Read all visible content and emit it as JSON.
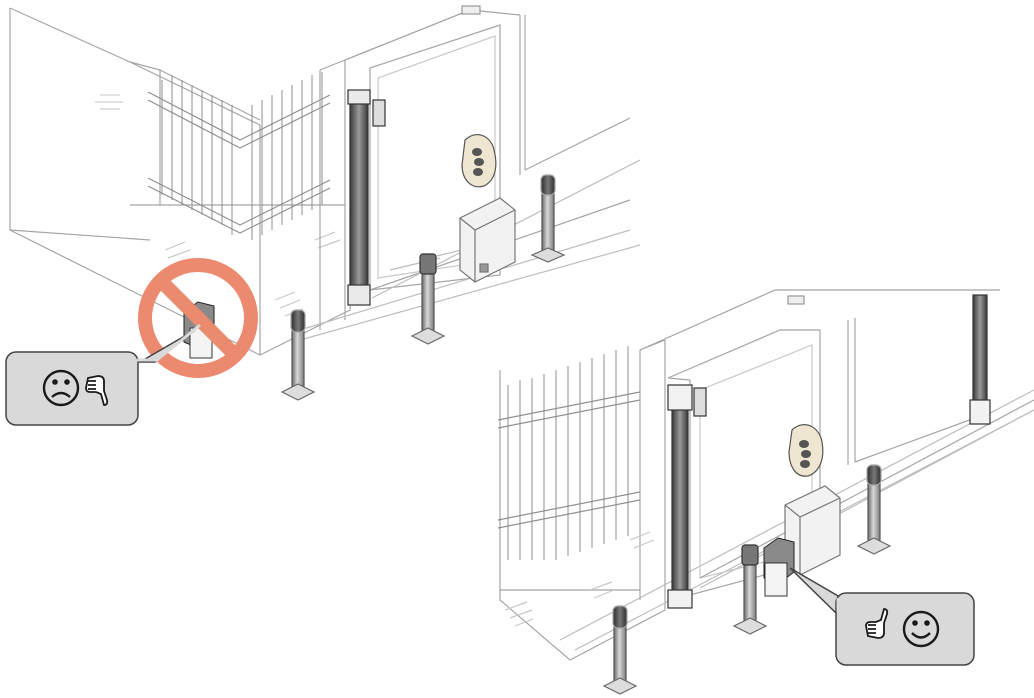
{
  "diagram": {
    "scenes": [
      {
        "name": "incorrect-installation",
        "verdict": "wrong",
        "callout": {
          "face_icon": "frowning-face-icon",
          "hand_icon": "thumbs-down-icon",
          "face_glyph": "☹",
          "hand_glyph": "👎"
        },
        "prohibition_sign": "no-symbol-icon"
      },
      {
        "name": "correct-installation",
        "verdict": "right",
        "callout": {
          "face_icon": "smiling-face-icon",
          "hand_icon": "thumbs-up-icon",
          "face_glyph": "☺",
          "hand_glyph": "👍"
        }
      }
    ],
    "colors": {
      "line": "#9a9a9a",
      "line_dark": "#555555",
      "prohibition": "#ec8a70",
      "callout_fill": "#d9d9d9",
      "callout_stroke": "#444444",
      "post_dark": "#4a4a4a",
      "post_light": "#cfcfcf",
      "stone": "#eee6d0"
    }
  }
}
